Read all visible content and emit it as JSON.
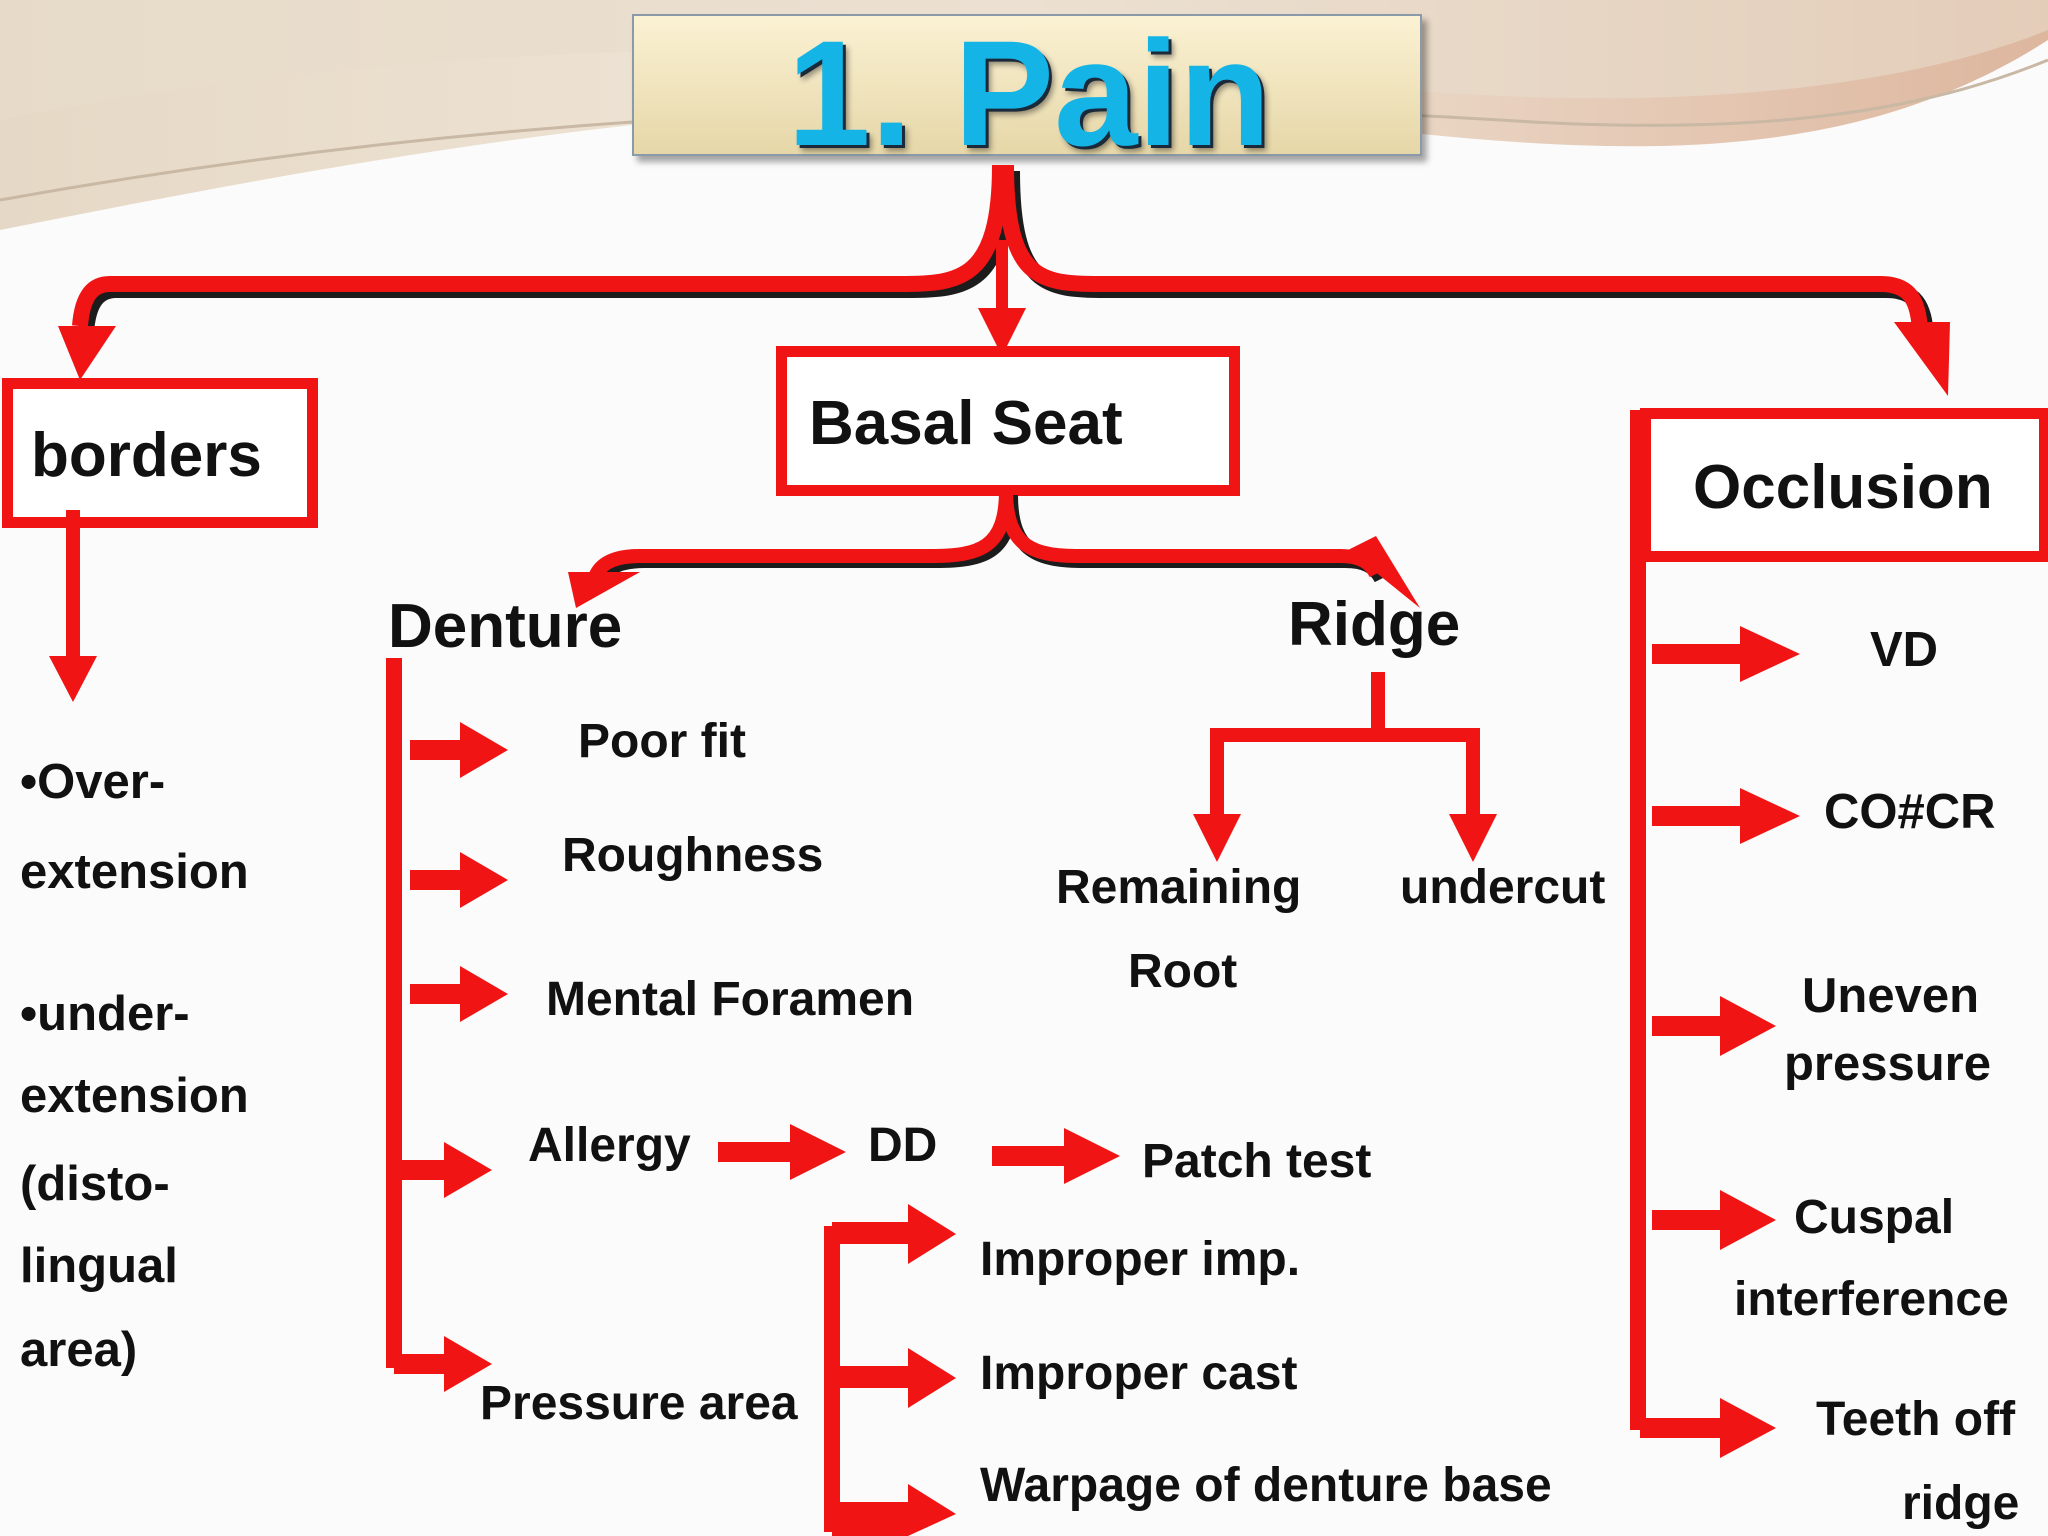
{
  "title": "1. Pain",
  "nodes": {
    "borders": "borders",
    "basal_seat": "Basal Seat",
    "occlusion": "Occlusion",
    "denture": "Denture",
    "ridge": "Ridge"
  },
  "borders_list": [
    "•Over-",
    "extension",
    "•under-",
    "extension",
    "(disto-",
    "lingual",
    "area)"
  ],
  "denture_items": {
    "poor_fit": "Poor fit",
    "roughness": "Roughness",
    "mental_foramen": "Mental Foramen",
    "allergy": "Allergy",
    "dd": "DD",
    "patch_test": "Patch test",
    "pressure_area": "Pressure area",
    "pressure_causes": [
      "Improper imp.",
      "Improper cast",
      "Warpage of denture base"
    ]
  },
  "ridge_items": {
    "remaining": "Remaining",
    "root": "Root",
    "undercut": "undercut"
  },
  "occlusion_items": {
    "vd": "VD",
    "co_cr": "CO#CR",
    "uneven_1": "Uneven",
    "uneven_2": "pressure",
    "cuspal_1": "Cuspal",
    "cuspal_2": "interference",
    "teeth_1": "Teeth off",
    "teeth_2": "ridge"
  },
  "colors": {
    "arrow": "#f01414",
    "title_text": "#14b4e6",
    "title_box": "#f3e6bd"
  }
}
